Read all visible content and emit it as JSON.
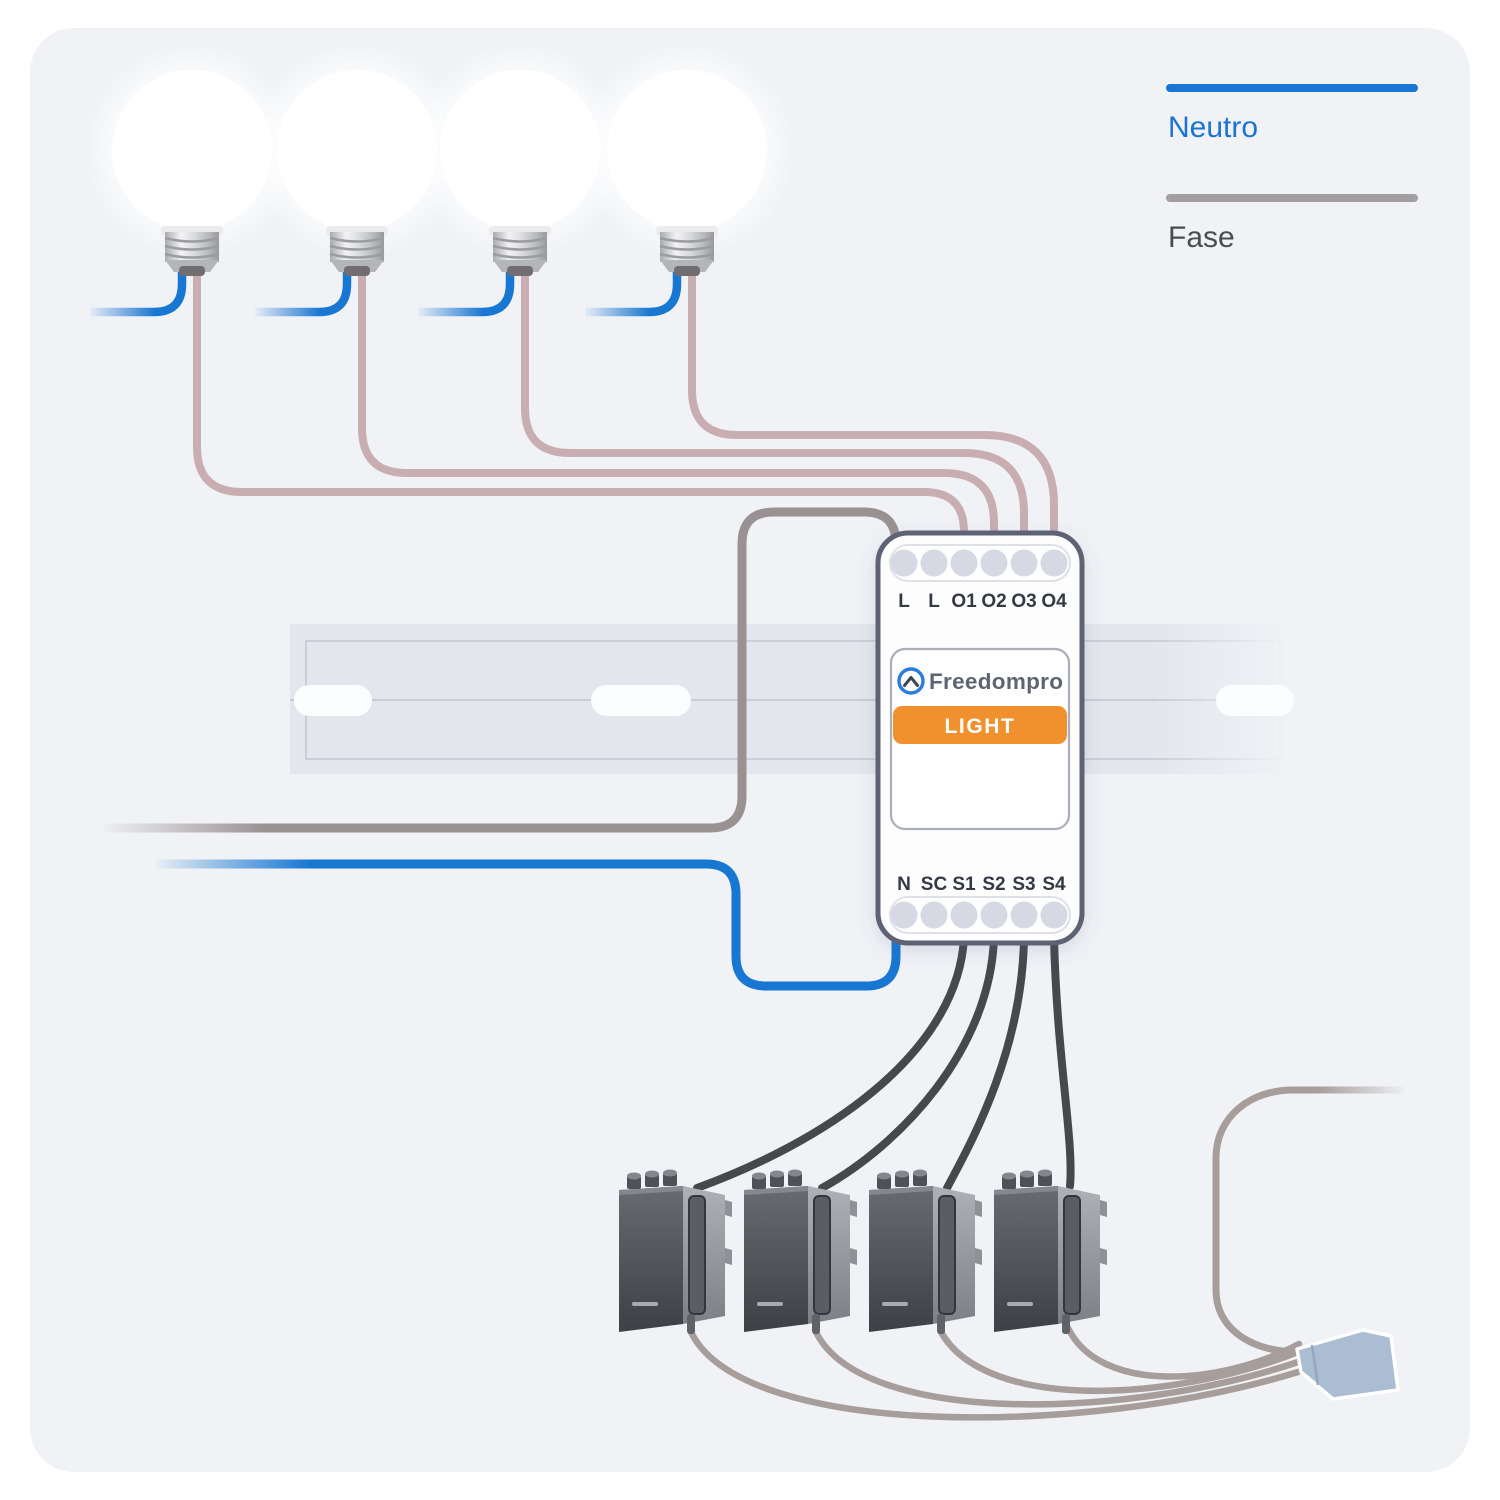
{
  "legend": {
    "neutro": "Neutro",
    "fase": "Fase"
  },
  "device": {
    "brand": "Freedompro",
    "badge": "LIGHT",
    "top_terminals": [
      "L",
      "L",
      "O1",
      "O2",
      "O3",
      "O4"
    ],
    "bottom_terminals": [
      "N",
      "SC",
      "S1",
      "S2",
      "S3",
      "S4"
    ]
  },
  "colors": {
    "neutral_blue": "#1877d2",
    "phase_legend_gray": "#a39ea0",
    "phase_wire_gray": "#9a9192",
    "load_wire_pink": "#c9aeb1",
    "switch_wire_dark": "#47484c",
    "return_wire_taupe": "#a79d9a",
    "badge_orange": "#f0912d",
    "background_panel": "#f0f2f6"
  }
}
